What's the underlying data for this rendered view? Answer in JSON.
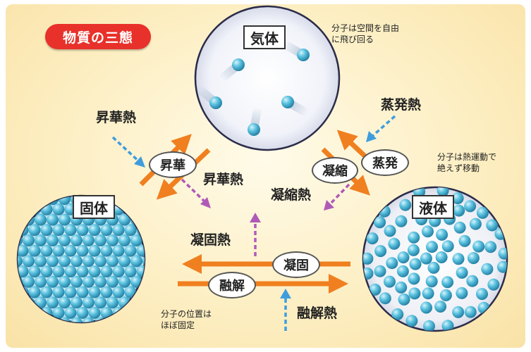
{
  "title": "物質の三態",
  "states": {
    "gas": {
      "label": "気体",
      "note_line1": "分子は空間を自由",
      "note_line2": "に飛び回る"
    },
    "solid": {
      "label": "固体",
      "note_line1": "分子の位置は",
      "note_line2": "ほぼ固定"
    },
    "liquid": {
      "label": "液体",
      "note_line1": "分子は熱運動で",
      "note_line2": "絶えず移動"
    }
  },
  "transitions": {
    "sublimation": "昇華",
    "condensation": "凝縮",
    "evaporation": "蒸発",
    "solidification": "凝固",
    "melting": "融解"
  },
  "heats": {
    "sublimation_heat_in": "昇華熱",
    "sublimation_heat_out": "昇華熱",
    "evaporation_heat": "蒸発熱",
    "condensation_heat": "凝縮熱",
    "solidification_heat": "凝固熱",
    "melting_heat": "融解熱"
  },
  "colors": {
    "process_arrow": "#f07f1f",
    "heat_in_arrow": "#3f9ddd",
    "heat_out_arrow": "#b05ab8",
    "molecule": "#4fb8d8",
    "title_badge": "#e8312a",
    "background": "#fdefc4"
  }
}
